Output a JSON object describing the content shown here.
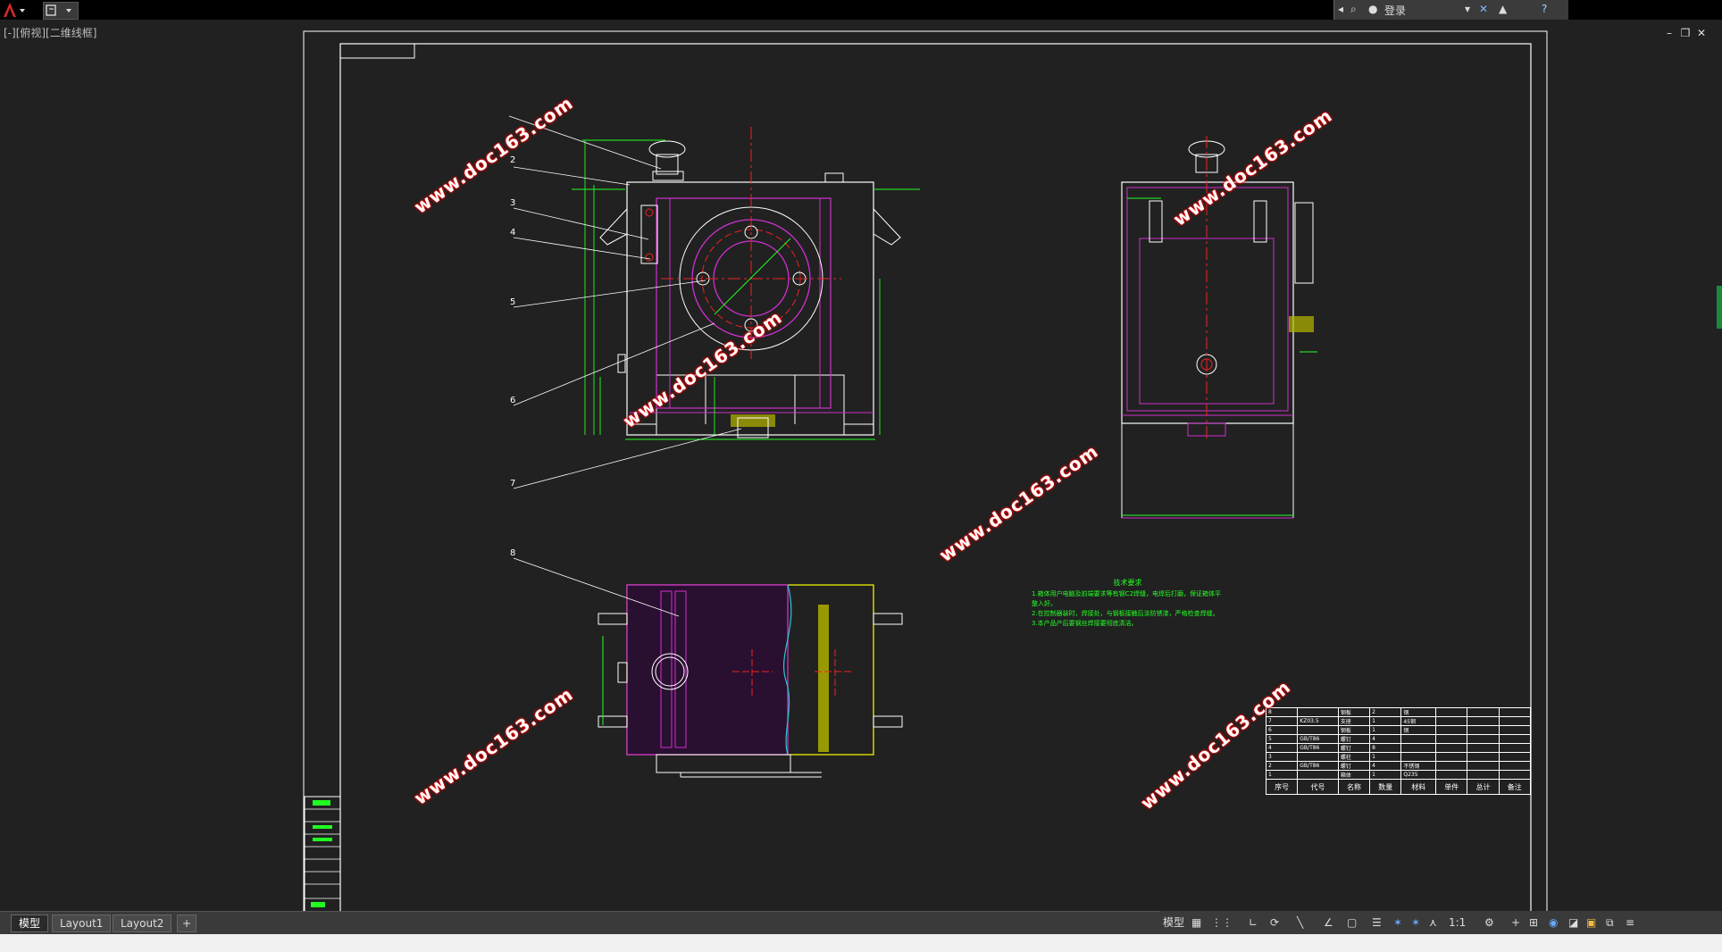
{
  "titlebar": {
    "infocenter_login": "登录"
  },
  "viewport": {
    "label": "[-][俯视][二维线框]"
  },
  "drawing": {
    "part_labels": [
      "2",
      "3",
      "4",
      "5",
      "6",
      "7",
      "8"
    ],
    "tech_req_title": "技术要求",
    "tech_req_lines": [
      "1.箱体用户电脑及前端要求等有钢C2焊缝，电焊后打磨，保证箱体平整入好。",
      "2.在控制器装时，焊接处，与钢板接触后涂防锈漆，严格检查焊缝。",
      "3.本产品产后要钢丝焊接要彻底清洁。"
    ],
    "bom_header": [
      "序号",
      "代号",
      "名称",
      "数量",
      "材料",
      "单件",
      "总计",
      "备注"
    ],
    "bom_rows": [
      [
        "8",
        "",
        "钢板",
        "2",
        "钢",
        "",
        "",
        ""
      ],
      [
        "7",
        "KZ03.5",
        "支座",
        "1",
        "45钢",
        "",
        "",
        ""
      ],
      [
        "6",
        "",
        "钢板",
        "1",
        "钢",
        "",
        "",
        ""
      ],
      [
        "5",
        "GB/T86",
        "螺钉",
        "4",
        "",
        "",
        "",
        ""
      ],
      [
        "4",
        "GB/T86",
        "螺钉",
        "8",
        "",
        "",
        "",
        ""
      ],
      [
        "3",
        "",
        "螺柱",
        "1",
        "",
        "",
        "",
        ""
      ],
      [
        "2",
        "GB/T86",
        "螺钉",
        "4",
        "不锈钢",
        "",
        "",
        ""
      ],
      [
        "1",
        "",
        "箱体",
        "1",
        "Q235",
        "",
        "",
        ""
      ]
    ],
    "watermarks": [
      "www.doc163.com",
      "www.doc163.com",
      "www.doc163.com",
      "www.doc163.com",
      "www.doc163.com",
      "www.doc163.com"
    ]
  },
  "tabs": [
    "模型",
    "Layout1",
    "Layout2",
    "+"
  ],
  "status": {
    "model_label": "模型",
    "scale": "1:1"
  }
}
